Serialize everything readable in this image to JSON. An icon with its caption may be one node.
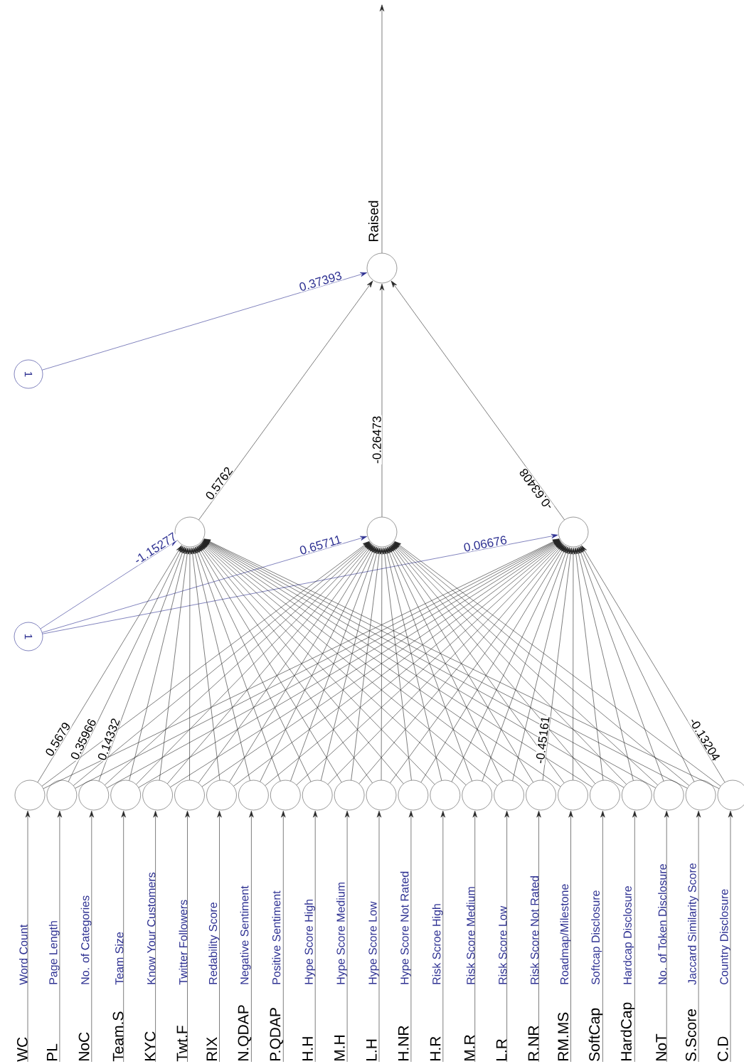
{
  "diagram": {
    "nodes": [
      {
        "text": [],
        "shape": "circle",
        "beside": [
          "Raised"
        ]
      },
      {
        "text": [
          "1"
        ]
      },
      {
        "text": [],
        "shape": "circle"
      },
      {
        "text": [],
        "shape": "circle"
      },
      {
        "text": [],
        "shape": "circle"
      },
      {
        "text": [
          "1"
        ]
      },
      {
        "text": [],
        "shape": "circle"
      },
      {
        "text": [],
        "shape": "circle"
      },
      {
        "text": [],
        "shape": "circle"
      },
      {
        "text": [],
        "shape": "circle"
      },
      {
        "text": [],
        "shape": "circle"
      },
      {
        "text": [],
        "shape": "circle"
      },
      {
        "text": [],
        "shape": "circle"
      },
      {
        "text": [],
        "shape": "circle"
      },
      {
        "text": [],
        "shape": "circle"
      },
      {
        "text": [],
        "shape": "circle"
      },
      {
        "text": [],
        "shape": "circle"
      },
      {
        "text": [],
        "shape": "circle"
      },
      {
        "text": [],
        "shape": "circle"
      },
      {
        "text": [],
        "shape": "circle"
      },
      {
        "text": [],
        "shape": "circle"
      },
      {
        "text": [],
        "shape": "circle"
      },
      {
        "text": [],
        "shape": "circle"
      },
      {
        "text": [],
        "shape": "circle"
      },
      {
        "text": [],
        "shape": "circle"
      },
      {
        "text": [],
        "shape": "circle"
      },
      {
        "text": [],
        "shape": "circle"
      },
      {
        "text": [],
        "shape": "circle"
      },
      {
        "text": [],
        "shape": "circle"
      },
      {
        "text": [
          "WC",
          "Word Count"
        ]
      },
      {
        "text": [
          "PL",
          "Page Length"
        ]
      },
      {
        "text": [
          "NoC",
          "No. of Categories"
        ]
      },
      {
        "text": [
          "Team.S",
          "Team Size"
        ]
      },
      {
        "text": [
          "KYC",
          "Know Your Customers"
        ]
      },
      {
        "text": [
          "Twt.F",
          "Twitter Followers"
        ]
      },
      {
        "text": [
          "RIX",
          "Redability Score"
        ]
      },
      {
        "text": [
          "N.QDAP",
          "Negative Sentiment"
        ]
      },
      {
        "text": [
          "P.QDAP",
          "Positive Sentiment"
        ]
      },
      {
        "text": [
          "H.H",
          "Hype Score High"
        ]
      },
      {
        "text": [
          "M.H",
          "Hype Score Medium"
        ]
      },
      {
        "text": [
          "L.H",
          "Hype Score Low"
        ]
      },
      {
        "text": [
          "H.NR",
          "Hype Score Not Rated"
        ]
      },
      {
        "text": [
          "H.R",
          "Risk Scroe High"
        ]
      },
      {
        "text": [
          "M.R",
          "Risk Score Medium"
        ]
      },
      {
        "text": [
          "L.R",
          "Risk Score Low"
        ]
      },
      {
        "text": [
          "R.NR",
          "Risk Score Not Rated"
        ]
      },
      {
        "text": [
          "RM.MS",
          "Roadmap/Milestone"
        ]
      },
      {
        "text": [
          "SoftCap",
          "Softcap Disclosure"
        ]
      },
      {
        "text": [
          "HardCap",
          "Hardcap Disclosure"
        ]
      },
      {
        "text": [
          "NoT",
          "No. of Token Disclosure"
        ]
      },
      {
        "text": [
          "S.Score",
          "Jaccard Similarity Score"
        ]
      },
      {
        "text": [
          "C.D",
          "Country Disclosure"
        ]
      }
    ],
    "edges": [
      {
        "from": 0,
        "to": null,
        "arrow": "to"
      },
      {
        "from": 1,
        "to": 0,
        "arrow": "to",
        "label": "0.37393",
        "color": "#2e3192"
      },
      {
        "from": 2,
        "to": 0,
        "arrow": "to",
        "label": "0.5762"
      },
      {
        "from": 3,
        "to": 0,
        "arrow": "to",
        "label": "-0.26473"
      },
      {
        "from": 4,
        "to": 0,
        "arrow": "to",
        "label": "-0.63408"
      },
      {
        "from": 5,
        "to": 2,
        "arrow": "to",
        "label": "-1.15277",
        "color": "#2e3192"
      },
      {
        "from": 5,
        "to": 3,
        "arrow": "to",
        "label": "0.65711",
        "color": "#2e3192"
      },
      {
        "from": 5,
        "to": 4,
        "arrow": "to",
        "label": "0.06676",
        "color": "#2e3192"
      },
      {
        "from": 6,
        "to": 2,
        "arrow": "to",
        "label": "0.5679"
      },
      {
        "from": 6,
        "to": 3,
        "arrow": "to"
      },
      {
        "from": 6,
        "to": 4,
        "arrow": "to"
      },
      {
        "from": 7,
        "to": 2,
        "arrow": "to",
        "label": "0.35966"
      },
      {
        "from": 7,
        "to": 3,
        "arrow": "to"
      },
      {
        "from": 7,
        "to": 4,
        "arrow": "to"
      },
      {
        "from": 8,
        "to": 2,
        "arrow": "to",
        "label": "0.14332"
      },
      {
        "from": 8,
        "to": 3,
        "arrow": "to"
      },
      {
        "from": 8,
        "to": 4,
        "arrow": "to"
      },
      {
        "from": 9,
        "to": 2,
        "arrow": "to"
      },
      {
        "from": 9,
        "to": 3,
        "arrow": "to"
      },
      {
        "from": 9,
        "to": 4,
        "arrow": "to"
      },
      {
        "from": 10,
        "to": 2,
        "arrow": "to"
      },
      {
        "from": 10,
        "to": 3,
        "arrow": "to"
      },
      {
        "from": 10,
        "to": 4,
        "arrow": "to"
      },
      {
        "from": 11,
        "to": 2,
        "arrow": "to"
      },
      {
        "from": 11,
        "to": 3,
        "arrow": "to"
      },
      {
        "from": 11,
        "to": 4,
        "arrow": "to"
      },
      {
        "from": 12,
        "to": 2,
        "arrow": "to"
      },
      {
        "from": 12,
        "to": 3,
        "arrow": "to"
      },
      {
        "from": 12,
        "to": 4,
        "arrow": "to"
      },
      {
        "from": 13,
        "to": 2,
        "arrow": "to"
      },
      {
        "from": 13,
        "to": 3,
        "arrow": "to"
      },
      {
        "from": 13,
        "to": 4,
        "arrow": "to"
      },
      {
        "from": 14,
        "to": 2,
        "arrow": "to"
      },
      {
        "from": 14,
        "to": 3,
        "arrow": "to"
      },
      {
        "from": 14,
        "to": 4,
        "arrow": "to"
      },
      {
        "from": 15,
        "to": 2,
        "arrow": "to"
      },
      {
        "from": 15,
        "to": 3,
        "arrow": "to"
      },
      {
        "from": 15,
        "to": 4,
        "arrow": "to"
      },
      {
        "from": 16,
        "to": 2,
        "arrow": "to"
      },
      {
        "from": 16,
        "to": 3,
        "arrow": "to"
      },
      {
        "from": 16,
        "to": 4,
        "arrow": "to"
      },
      {
        "from": 17,
        "to": 2,
        "arrow": "to"
      },
      {
        "from": 17,
        "to": 3,
        "arrow": "to"
      },
      {
        "from": 17,
        "to": 4,
        "arrow": "to"
      },
      {
        "from": 18,
        "to": 2,
        "arrow": "to"
      },
      {
        "from": 18,
        "to": 3,
        "arrow": "to"
      },
      {
        "from": 18,
        "to": 4,
        "arrow": "to"
      },
      {
        "from": 19,
        "to": 2,
        "arrow": "to"
      },
      {
        "from": 19,
        "to": 3,
        "arrow": "to"
      },
      {
        "from": 19,
        "to": 4,
        "arrow": "to"
      },
      {
        "from": 20,
        "to": 2,
        "arrow": "to"
      },
      {
        "from": 20,
        "to": 3,
        "arrow": "to"
      },
      {
        "from": 20,
        "to": 4,
        "arrow": "to"
      },
      {
        "from": 21,
        "to": 2,
        "arrow": "to"
      },
      {
        "from": 21,
        "to": 3,
        "arrow": "to"
      },
      {
        "from": 21,
        "to": 4,
        "arrow": "to"
      },
      {
        "from": 22,
        "to": 2,
        "arrow": "to"
      },
      {
        "from": 22,
        "to": 3,
        "arrow": "to"
      },
      {
        "from": 22,
        "to": 4,
        "arrow": "to",
        "label": "-0.45161"
      },
      {
        "from": 23,
        "to": 2,
        "arrow": "to"
      },
      {
        "from": 23,
        "to": 3,
        "arrow": "to"
      },
      {
        "from": 23,
        "to": 4,
        "arrow": "to"
      },
      {
        "from": 24,
        "to": 2,
        "arrow": "to"
      },
      {
        "from": 24,
        "to": 3,
        "arrow": "to"
      },
      {
        "from": 24,
        "to": 4,
        "arrow": "to"
      },
      {
        "from": 25,
        "to": 2,
        "arrow": "to"
      },
      {
        "from": 25,
        "to": 3,
        "arrow": "to"
      },
      {
        "from": 25,
        "to": 4,
        "arrow": "to"
      },
      {
        "from": 26,
        "to": 2,
        "arrow": "to"
      },
      {
        "from": 26,
        "to": 3,
        "arrow": "to"
      },
      {
        "from": 26,
        "to": 4,
        "arrow": "to"
      },
      {
        "from": 27,
        "to": 2,
        "arrow": "to"
      },
      {
        "from": 27,
        "to": 3,
        "arrow": "to"
      },
      {
        "from": 27,
        "to": 4,
        "arrow": "to"
      },
      {
        "from": 28,
        "to": 2,
        "arrow": "to"
      },
      {
        "from": 28,
        "to": 3,
        "arrow": "to"
      },
      {
        "from": 28,
        "to": 4,
        "arrow": "to",
        "label": "-0.13204"
      },
      {
        "from": 29,
        "to": 6,
        "arrow": "to"
      },
      {
        "from": 30,
        "to": 7,
        "arrow": "to"
      },
      {
        "from": 31,
        "to": 8,
        "arrow": "to"
      },
      {
        "from": 32,
        "to": 9,
        "arrow": "to"
      },
      {
        "from": 33,
        "to": 10,
        "arrow": "to"
      },
      {
        "from": 34,
        "to": 11,
        "arrow": "to"
      },
      {
        "from": 35,
        "to": 12,
        "arrow": "to"
      },
      {
        "from": 36,
        "to": 13,
        "arrow": "to"
      },
      {
        "from": 37,
        "to": 14,
        "arrow": "to"
      },
      {
        "from": 38,
        "to": 15,
        "arrow": "to"
      },
      {
        "from": 39,
        "to": 16,
        "arrow": "to"
      },
      {
        "from": 40,
        "to": 17,
        "arrow": "to"
      },
      {
        "from": 41,
        "to": 18,
        "arrow": "to"
      },
      {
        "from": 42,
        "to": 19,
        "arrow": "to"
      },
      {
        "from": 43,
        "to": 20,
        "arrow": "to"
      },
      {
        "from": 44,
        "to": 21,
        "arrow": "to"
      },
      {
        "from": 45,
        "to": 22,
        "arrow": "to"
      },
      {
        "from": 46,
        "to": 23,
        "arrow": "to"
      },
      {
        "from": 47,
        "to": 24,
        "arrow": "to"
      },
      {
        "from": 48,
        "to": 25,
        "arrow": "to"
      },
      {
        "from": 49,
        "to": 26,
        "arrow": "to"
      },
      {
        "from": 50,
        "to": 27,
        "arrow": "to"
      },
      {
        "from": 51,
        "to": 28,
        "arrow": "to"
      }
    ]
  }
}
